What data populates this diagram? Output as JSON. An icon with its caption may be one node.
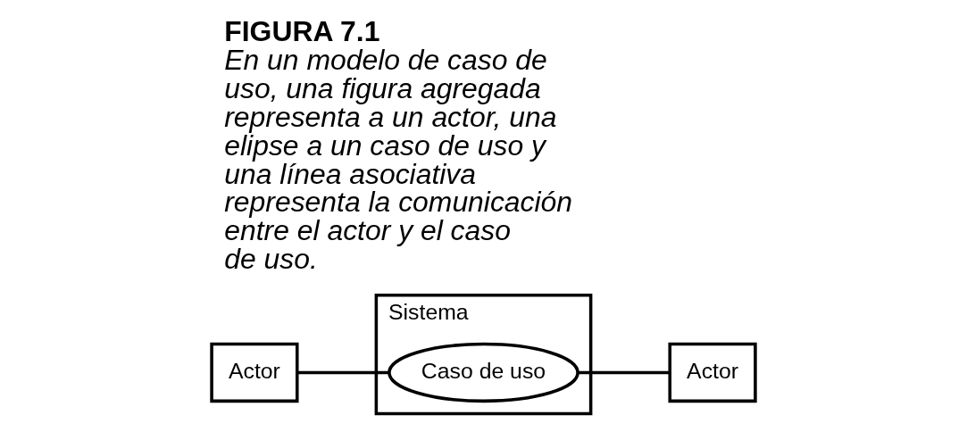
{
  "diagram": {
    "title": "FIGURA 7.1",
    "caption": "En un modelo de caso de uso, una figura agregada representa a un actor, una elipse a un caso de uso y una línea asociativa representa la comunicación entre el actor y el caso de uso.",
    "nodes": [
      {
        "text": [
          "Actor"
        ]
      },
      {
        "text": [
          "Sistema"
        ]
      },
      {
        "text": [
          "Caso de uso"
        ],
        "in": 1
      },
      {
        "text": [
          "Actor"
        ]
      }
    ],
    "edges": [
      {
        "from": 0,
        "to": 2,
        "arrow": "none"
      },
      {
        "from": 2,
        "to": 3,
        "arrow": "none"
      }
    ]
  }
}
